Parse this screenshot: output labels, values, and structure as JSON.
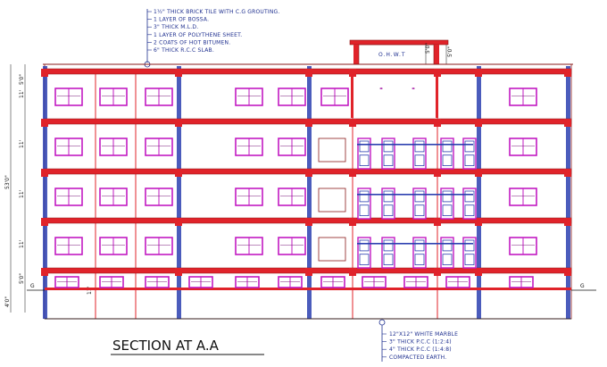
{
  "drawing": {
    "title": "SECTION AT A.A",
    "tank_label": "O.H.W.T",
    "tank_dim_a": "5'0\"",
    "tank_dim_b": "5'0\"",
    "ground_label": "G",
    "overall_height": "53'0\"",
    "floor_height": "11'",
    "plinth_dim": "5'0\"",
    "footing_dim": "4'0\"",
    "roof_notes": [
      "1½\" THICK BRICK TILE WITH C.G GROUTING.",
      "1 LAYER OF BOSSA.",
      "3\" THICK M.L.D.",
      "1 LAYER OF POLYTHENE SHEET.",
      "2 COATS OF HOT BITUMEN.",
      "6\" THICK R.C.C SLAB."
    ],
    "floor_notes": [
      "12\"X12\" WHITE MARBLE",
      "3\" THICK P.C.C (1:2:4)",
      "4\" THICK P.C.C (1:4:8)",
      "COMPACTED EARTH."
    ]
  },
  "colors": {
    "beam": "#e0232a",
    "line": "#8a1a1a",
    "window": "#c21ac2",
    "column": "#2b3fb0",
    "note": "#1e2f8f"
  }
}
